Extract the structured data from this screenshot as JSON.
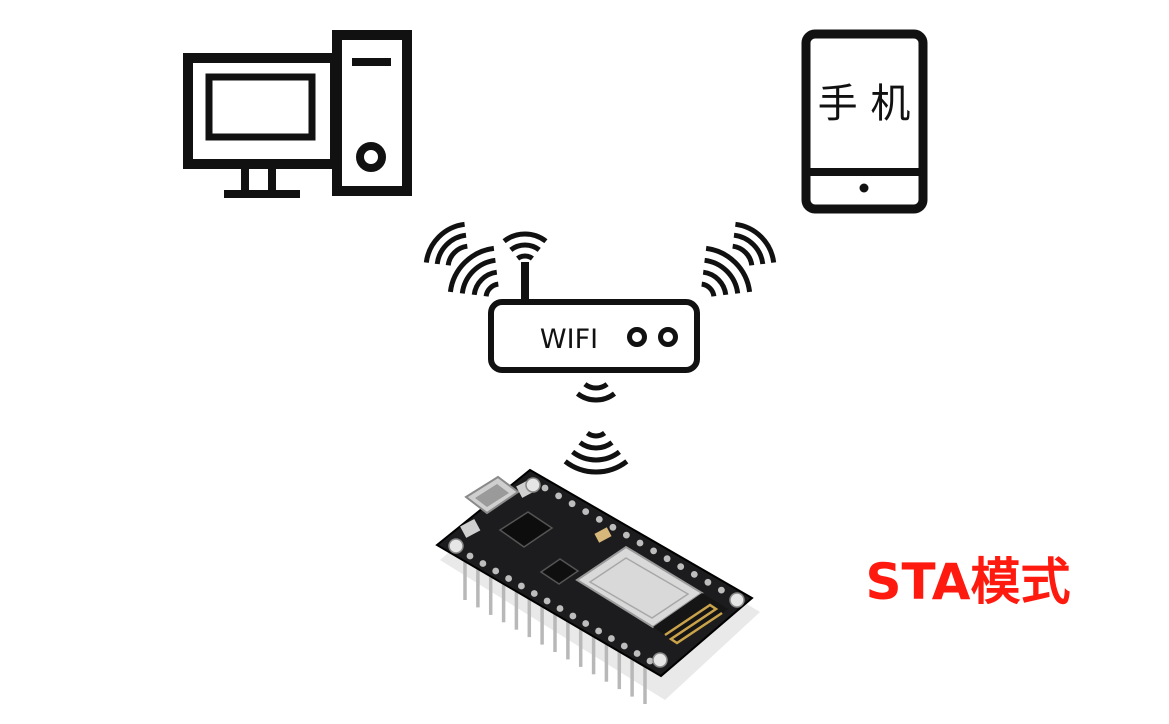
{
  "diagram": {
    "phone_label": "手 机",
    "router_label": "WIFI",
    "mode_label": "STA模式"
  },
  "colors": {
    "line": "#111111",
    "mode_text": "#ff1a0f",
    "board_pcb": "#1c1c1e",
    "module_shield": "#d9d9d9",
    "pins": "#c9c9c9",
    "antenna_trace": "#c9a24a"
  },
  "icons": [
    "desktop-computer-icon",
    "mobile-phone-icon",
    "wifi-router-icon",
    "wifi-signal-icon",
    "esp8266-board-icon"
  ]
}
